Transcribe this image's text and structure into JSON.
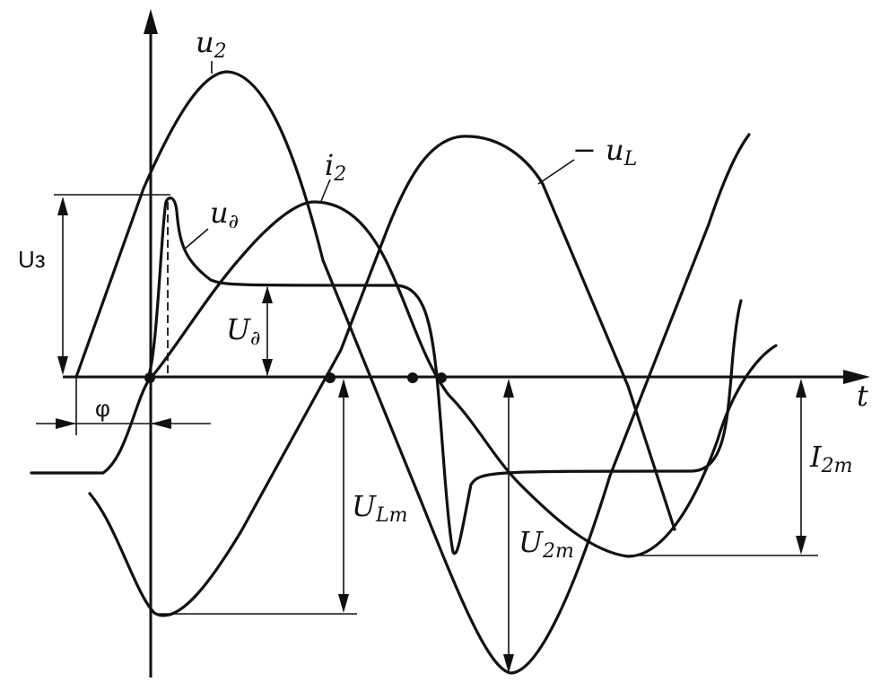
{
  "labels": {
    "u2": {
      "main": "u",
      "sub": "2"
    },
    "i2": {
      "main": "i",
      "sub": "2"
    },
    "ud": {
      "main": "u",
      "sub": "∂"
    },
    "neg_uL": {
      "main": "− u",
      "sub": "L"
    },
    "Uz": "Uз",
    "Ud": {
      "main": "U",
      "sub": "∂"
    },
    "phi": "φ",
    "t": "t",
    "ULm": {
      "main": "U",
      "sub": "Lm"
    },
    "U2m": {
      "main": "U",
      "sub": "2m"
    },
    "I2m": {
      "main": "I",
      "sub": "2m"
    }
  },
  "colors": {
    "ink": "#111111",
    "background": "#ffffff"
  }
}
